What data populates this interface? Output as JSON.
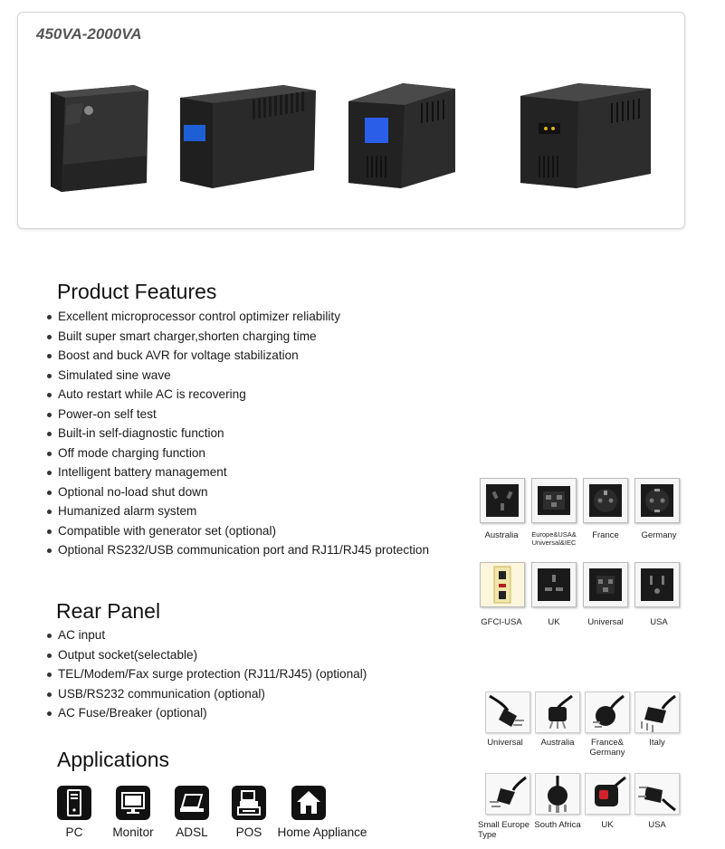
{
  "banner": {
    "title": "450VA-2000VA"
  },
  "features": {
    "title": "Product Features",
    "items": [
      "Excellent microprocessor control optimizer reliability",
      "Built super smart charger,shorten charging time",
      "Boost and buck AVR for voltage stabilization",
      "Simulated sine wave",
      "Auto restart while AC is recovering",
      "Power-on self test",
      "Built-in self-diagnostic function",
      "Off mode charging function",
      "Intelligent battery management",
      "Optional no-load shut down",
      "Humanized alarm system",
      "Compatible with generator set (optional)",
      "Optional RS232/USB communication port and RJ11/RJ45 protection"
    ]
  },
  "rear": {
    "title": "Rear Panel",
    "items": [
      "AC input",
      "Output socket(selectable)",
      "TEL/Modem/Fax surge protection (RJ11/RJ45) (optional)",
      "USB/RS232 communication (optional)",
      "AC Fuse/Breaker (optional)"
    ]
  },
  "applications": {
    "title": "Applications",
    "items": [
      "PC",
      "Monitor",
      "ADSL",
      "POS",
      "Home Appliance"
    ]
  },
  "sockets": {
    "row1": [
      "Australia",
      "Europe&USA&",
      "Universal&IEC",
      "France",
      "Germany"
    ],
    "row2": [
      "GFCI-USA",
      "UK",
      "Universal",
      "USA"
    ]
  },
  "plugs": {
    "row1": [
      "Universal",
      "Australia",
      "France&",
      "Germany",
      "Italy"
    ],
    "row2": [
      "Small Europe",
      "Type",
      "South Africa",
      "UK",
      "USA"
    ]
  }
}
